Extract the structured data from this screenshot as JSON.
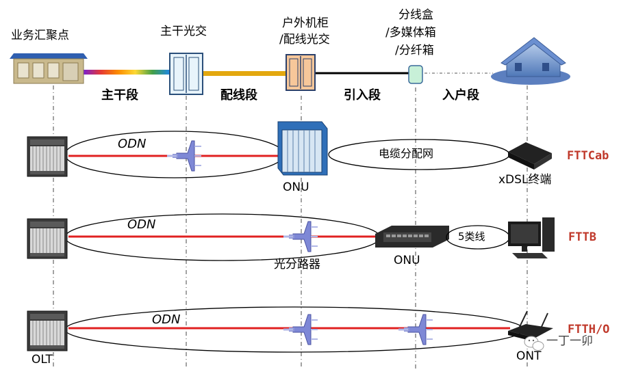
{
  "top": {
    "service_point": "业务汇聚点",
    "trunk_cross": "主干光交",
    "outdoor_cabinet_l1": "户外机柜",
    "outdoor_cabinet_l2": "/配线光交",
    "box_l1": "分线盒",
    "box_l2": "/多媒体箱",
    "box_l3": "/分纤箱"
  },
  "segments": [
    "主干段",
    "配线段",
    "引入段",
    "入户段"
  ],
  "rows": [
    {
      "id": "fttcab",
      "odn": "ODN",
      "cable_label": "电缆分配网",
      "onu_label": "ONU",
      "terminal_label": "xDSL终端",
      "type": "FTTCab"
    },
    {
      "id": "fttb",
      "odn": "ODN",
      "cable_label": "5类线",
      "onu_label": "ONU",
      "splitter_label": "光分路器",
      "type": "FTTB"
    },
    {
      "id": "ftth",
      "odn": "ODN",
      "olt_label": "OLT",
      "ont_label": "ONT",
      "type": "FTTH/O"
    }
  ],
  "watermark": "一丁一卯",
  "colors": {
    "fiber_red": "#e02020",
    "fttx_label": "#c0392b",
    "splitter": "#6a74c8"
  },
  "icons": [
    "building-icon",
    "cabinet-icon",
    "box-icon",
    "house-icon",
    "olt-icon",
    "splitter-icon",
    "onu-icon",
    "switch-icon",
    "modem-icon",
    "pc-icon",
    "router-icon",
    "wechat-icon"
  ]
}
